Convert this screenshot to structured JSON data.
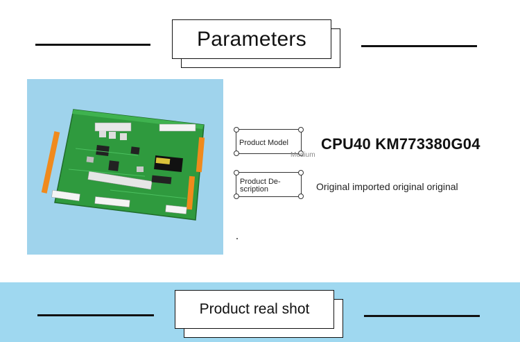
{
  "header": {
    "title": "Parameters"
  },
  "product_image": {
    "alt": "green circuit board photo"
  },
  "specs": {
    "model_label": "Product Model",
    "model_value": "CPU40 KM773380G04",
    "model_hint": "Medium",
    "description_label_line1": "Product De-",
    "description_label_line2": "scription",
    "description_value": "Original imported original original"
  },
  "footer": {
    "title": "Product real shot"
  },
  "colors": {
    "band": "#9fd8f0",
    "photo_background": "#9fd3ec",
    "board": "#2f9a3e"
  }
}
